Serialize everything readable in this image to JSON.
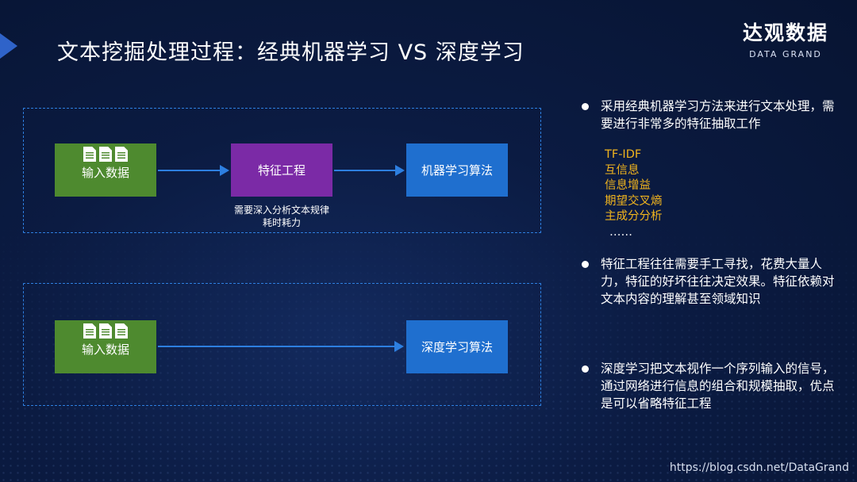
{
  "title": "文本挖掘处理过程：经典机器学习 VS 深度学习",
  "logo": {
    "cn": "达观数据",
    "en": "DATA GRAND"
  },
  "classic_flow": {
    "input_label": "输入数据",
    "feature_label": "特征工程",
    "algorithm_label": "机器学习算法",
    "note_line1": "需要深入分析文本规律",
    "note_line2": "耗时耗力"
  },
  "deep_flow": {
    "input_label": "输入数据",
    "algorithm_label": "深度学习算法"
  },
  "bullets": [
    "采用经典机器学习方法来进行文本处理，需要进行非常多的特征抽取工作",
    "特征工程往往需要手工寻找，花费大量人力，特征的好坏往往决定效果。特征依赖对文本内容的理解甚至领域知识",
    "深度学习把文本视作一个序列输入的信号，通过网络进行信息的组合和规模抽取，优点是可以省略特征工程"
  ],
  "features": [
    "TF-IDF",
    "互信息",
    "信息增益",
    "期望交叉熵",
    "主成分分析",
    "……"
  ],
  "watermark": "https://blog.csdn.net/DataGrand",
  "colors": {
    "background": "#0b1b42",
    "accent_blue": "#1f6fcf",
    "dashed_border": "#2d7fe0",
    "input_green": "#4e8a2f",
    "feature_purple": "#7b2aa6",
    "feature_list_orange": "#f0b41e"
  },
  "icons": {
    "document": "document-icon",
    "corner": "triangle-marker-icon"
  }
}
